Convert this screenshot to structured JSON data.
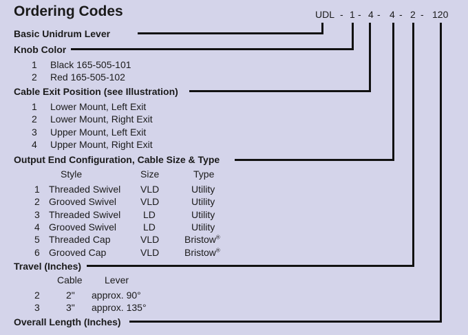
{
  "title": "Ordering Codes",
  "code": {
    "segments": [
      "UDL",
      "1",
      "4",
      "4",
      "2",
      "120"
    ],
    "separator": "-"
  },
  "sections": {
    "basic": {
      "label": "Basic Unidrum Lever"
    },
    "knob": {
      "label": "Knob Color",
      "options": [
        {
          "num": "1",
          "text": "Black 165-505-101"
        },
        {
          "num": "2",
          "text": "Red 165-505-102"
        }
      ]
    },
    "cable_exit": {
      "label": "Cable Exit Position (see Illustration)",
      "options": [
        {
          "num": "1",
          "text": "Lower Mount, Left Exit"
        },
        {
          "num": "2",
          "text": "Lower Mount, Right Exit"
        },
        {
          "num": "3",
          "text": "Upper Mount, Left Exit"
        },
        {
          "num": "4",
          "text": "Upper Mount, Right Exit"
        }
      ]
    },
    "output": {
      "label": "Output End Configuration, Cable Size & Type",
      "headers": {
        "style": "Style",
        "size": "Size",
        "type": "Type"
      },
      "rows": [
        {
          "num": "1",
          "style": "Threaded Swivel",
          "size": "VLD",
          "type": "Utility"
        },
        {
          "num": "2",
          "style": "Grooved Swivel",
          "size": "VLD",
          "type": "Utility"
        },
        {
          "num": "3",
          "style": "Threaded Swivel",
          "size": "LD",
          "type": "Utility"
        },
        {
          "num": "4",
          "style": "Grooved Swivel",
          "size": "LD",
          "type": "Utility"
        },
        {
          "num": "5",
          "style": "Threaded Cap",
          "size": "VLD",
          "type": "Bristow",
          "reg": "®"
        },
        {
          "num": "6",
          "style": "Grooved Cap",
          "size": "VLD",
          "type": "Bristow",
          "reg": "®"
        }
      ]
    },
    "travel": {
      "label": "Travel (Inches)",
      "headers": {
        "cable": "Cable",
        "lever": "Lever"
      },
      "rows": [
        {
          "num": "2",
          "cable": "2\"",
          "lever": "approx. 90°"
        },
        {
          "num": "3",
          "cable": "3\"",
          "lever": "approx. 135°"
        }
      ]
    },
    "length": {
      "label": "Overall Length (Inches)"
    }
  }
}
